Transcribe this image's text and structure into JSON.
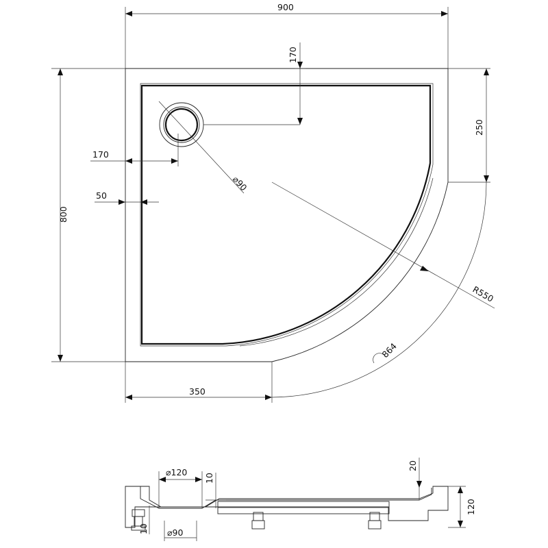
{
  "plan": {
    "width_label": "900",
    "height_label": "800",
    "drain_offset_top_label": "170",
    "drain_offset_left_label": "170",
    "rim_label": "50",
    "right_straight_label": "250",
    "bottom_straight_label": "350",
    "drain_diameter_label": "⌀90",
    "radius_label": "R550",
    "arc_length_label": "864"
  },
  "section": {
    "drain_outer_label": "⌀120",
    "drain_inner_label": "⌀90",
    "step_label": "10",
    "foot_label": "10",
    "lip_label": "20",
    "total_height_label": "120"
  }
}
